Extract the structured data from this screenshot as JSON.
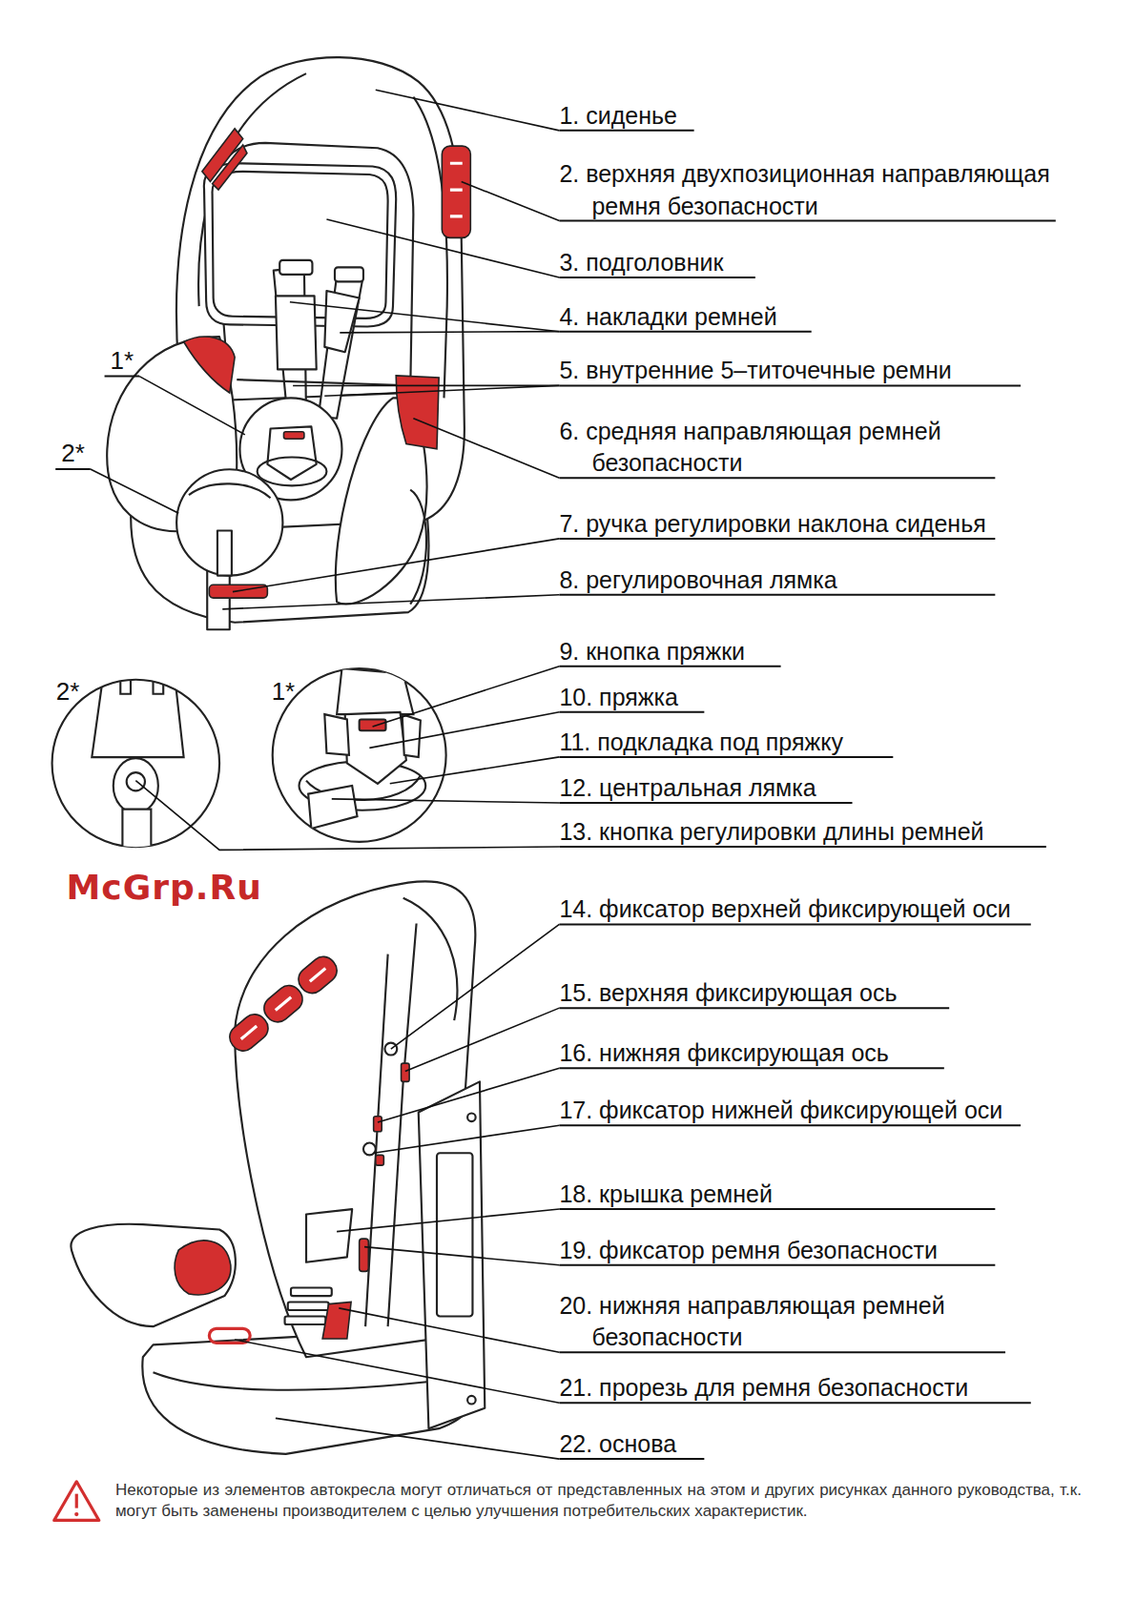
{
  "diagram": {
    "labels": [
      "1. сиденье",
      "2. верхняя двухпозиционная направляющая ремня безопасности",
      "3. подголовник",
      "4. накладки ремней",
      "1*",
      "5. внутренние 5–титочечные ремни",
      "6. средняя направляющая ремней безопасности",
      "2*",
      "7. ручка регулировки наклона сиденья",
      "8. регулировочная лямка",
      "9. кнопка пряжки",
      "2*",
      "1*",
      "10. пряжка",
      "11. подкладка под пряжку",
      "12. центральная лямка",
      "13. кнопка регулировки длины ремней",
      "McGrp.Ru",
      "14. фиксатор верхней фиксирующей оси",
      "15. верхняя фиксирующая ось",
      "16. нижняя фиксирующая ось",
      "17. фиксатор нижней фиксирующей оси",
      "18. крышка ремней",
      "19. фиксатор ремня безопасности",
      "20. нижняя направляющая ремней безопасности",
      "21. прорезь для ремня безопасности",
      "22. основа",
      "Некоторые из элементов автокресла могут отличаться от представленных на этом и других рисунках данного руководства, т.к. могут быть заменены производителем с целью улучшения потребительских характеристик."
    ]
  }
}
